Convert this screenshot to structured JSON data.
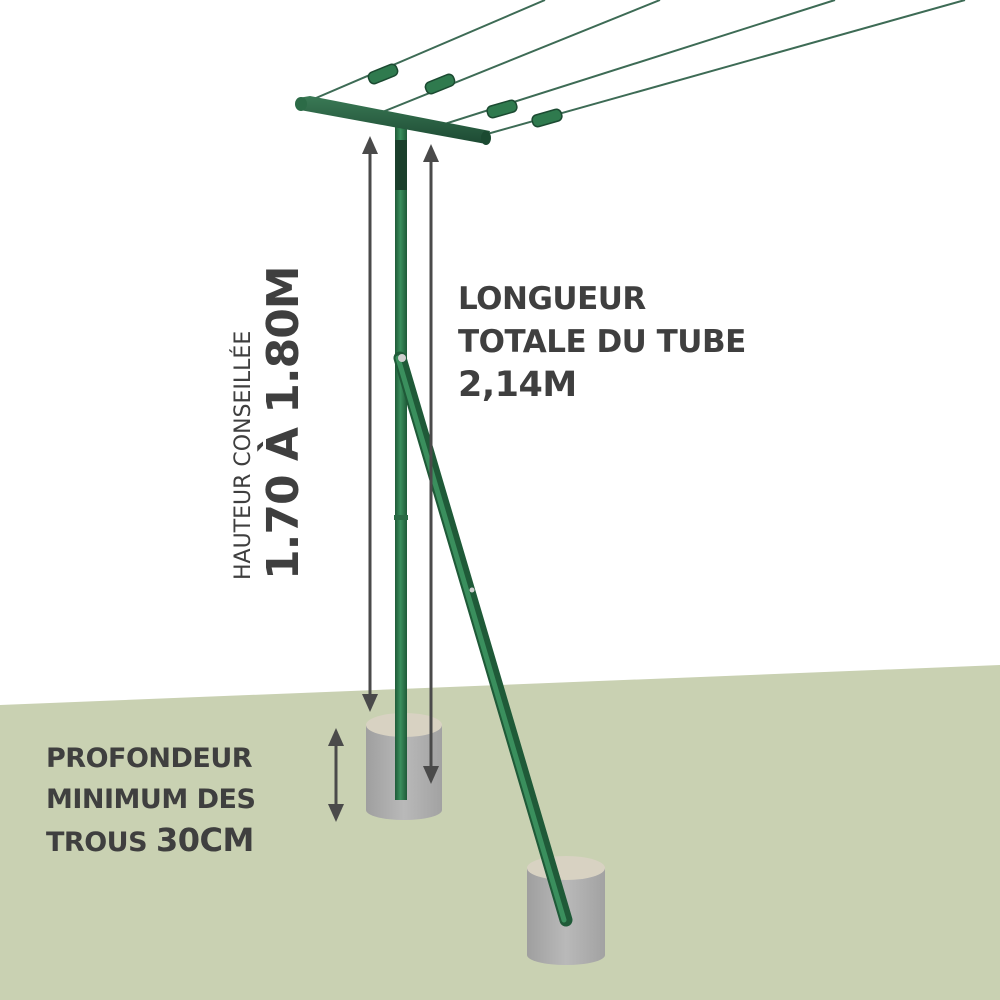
{
  "labels": {
    "longueur": {
      "line1": "LONGUEUR",
      "line2": "TOTALE DU TUBE",
      "value": "2,14M"
    },
    "hauteur": {
      "line1": "HAUTEUR CONSEILLÉE",
      "value": "1.70 À 1.80M"
    },
    "profondeur": {
      "line1": "PROFONDEUR",
      "line2": "MINIMUM DES",
      "line3": "TROUS",
      "value": "30CM"
    }
  },
  "colors": {
    "ground": "#c9d1b2",
    "pole": "#2f7a4e",
    "pole_dark": "#1f5a38",
    "wire": "#3d6b55",
    "concrete": "#a9a9a9",
    "arrow": "#4a4a4a",
    "text": "#3f3f3f"
  }
}
